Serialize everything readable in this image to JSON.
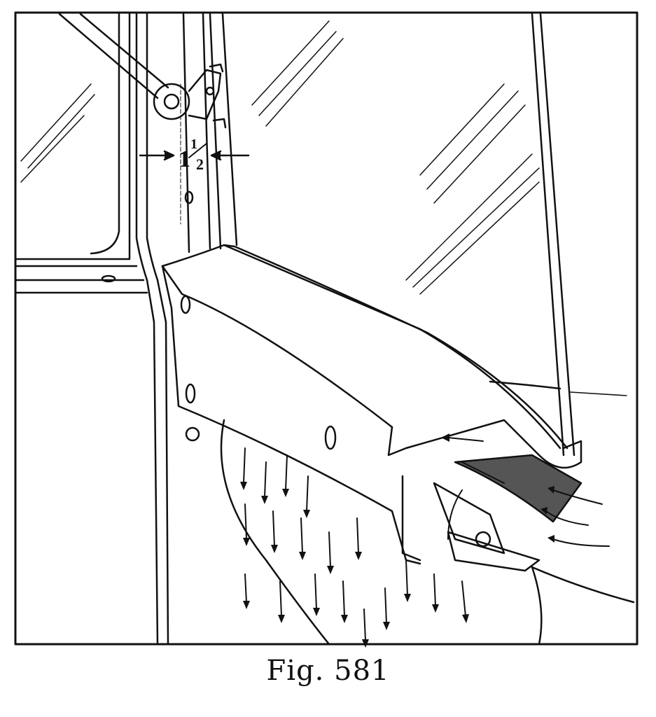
{
  "figure": {
    "caption": "Fig. 581",
    "dimension_label": {
      "whole": "1",
      "numerator": "1",
      "denominator": "2"
    },
    "ink_color": "#111111",
    "paper_color": "#ffffff"
  }
}
